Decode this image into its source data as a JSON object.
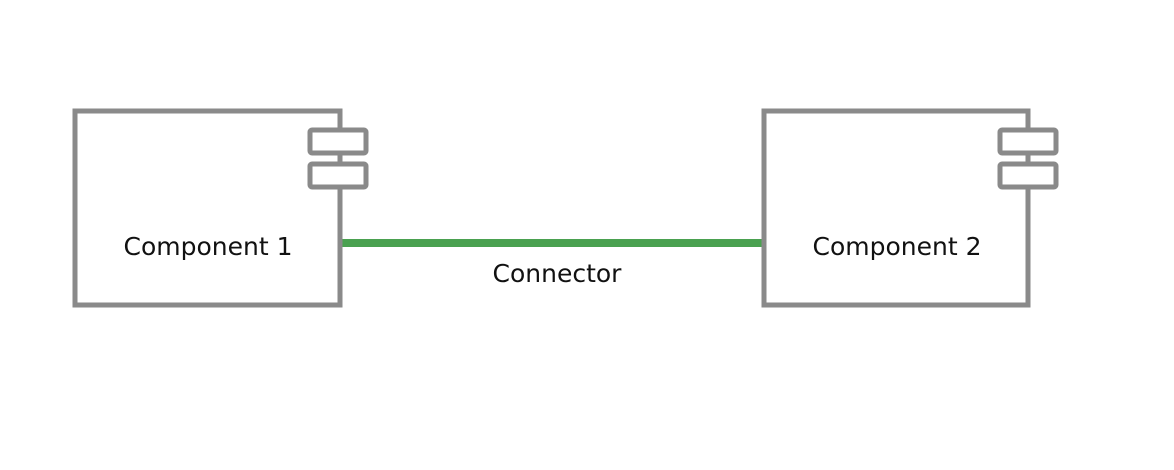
{
  "diagram": {
    "components": [
      {
        "label": "Component 1"
      },
      {
        "label": "Component 2"
      }
    ],
    "connector": {
      "label": "Connector"
    }
  },
  "colors": {
    "component_border": "#8a8a8a",
    "component_fill": "#ffffff",
    "connector_line": "#4aa150",
    "text": "#111111"
  },
  "icons": {
    "component_symbol": "uml-component-icon"
  }
}
